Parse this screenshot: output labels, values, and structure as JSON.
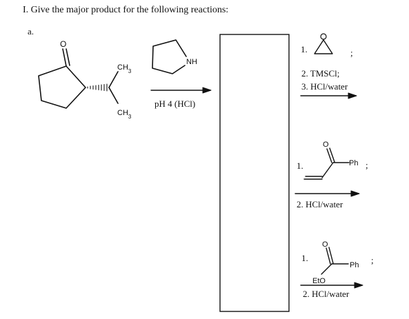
{
  "question": {
    "title": "I.  Give the major product for the following reactions:",
    "part_label": "a."
  },
  "starting_material": {
    "carbonyl_atom": "O",
    "methyl_top": "CH3",
    "methyl_bottom": "CH3"
  },
  "reagent_1": {
    "amine_label": "NH",
    "condition": "pH 4 (HCl)"
  },
  "pathway_1": {
    "step1_num": "1.",
    "step1_sep": ";",
    "step2": "2. TMSCl;",
    "step3": "3. HCl/water"
  },
  "pathway_2": {
    "step1_num": "1.",
    "carbonyl_atom": "O",
    "ph_label": "Ph",
    "sep": ";",
    "step2": "2. HCl/water"
  },
  "pathway_3": {
    "step1_num": "1.",
    "carbonyl_atom": "O",
    "ph_label": "Ph",
    "eto_label": "EtO",
    "sep": ";",
    "step2": "2. HCl/water"
  }
}
